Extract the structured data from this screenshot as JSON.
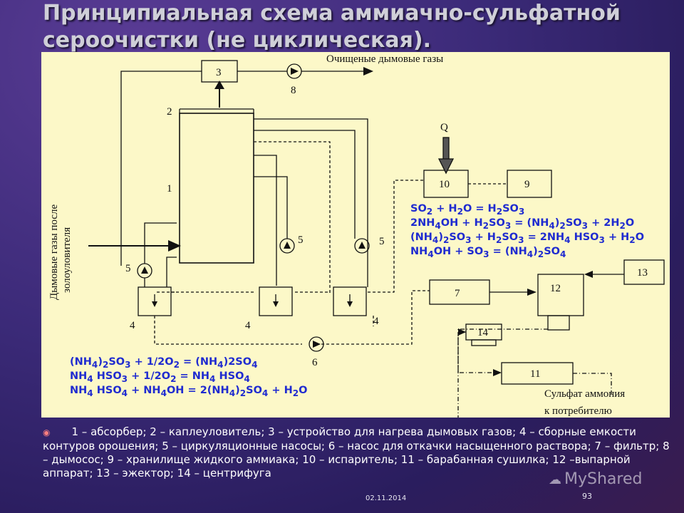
{
  "title": {
    "line1": "Принципиальная схема аммиачно-сульфатной",
    "line2": "сероочистки (не циклическая)."
  },
  "diagram": {
    "labels": {
      "clean_gas": "Очищеные дымовые газы",
      "flue_gas_line1": "Дымовые газы после",
      "flue_gas_line2": "золоуловителя",
      "q": "Q",
      "product_line1": "Сульфат аммония",
      "product_line2": "к потребителю"
    },
    "numbers": {
      "n1": "1",
      "n2": "2",
      "n3": "3",
      "n4a": "4",
      "n4b": "4",
      "n4c": "4",
      "n5a": "5",
      "n5b": "5",
      "n5c": "5",
      "n6": "6",
      "n7": "7",
      "n8": "8",
      "n9": "9",
      "n10": "10",
      "n11": "11",
      "n12": "12",
      "n13": "13",
      "n14": "14"
    },
    "equations_right": [
      {
        "html": "SO<sub>2</sub> + H<sub>2</sub>O = H<sub>2</sub>SO<sub>3</sub>"
      },
      {
        "html": "2NH<sub>4</sub>OH + H<sub>2</sub>SO<sub>3</sub> = (NH<sub>4</sub>)<sub>2</sub>SO<sub>3</sub> + 2H<sub>2</sub>O"
      },
      {
        "html": "(NH<sub>4</sub>)<sub>2</sub>SO<sub>3</sub> + H<sub>2</sub>SO<sub>3</sub> = 2NH<sub>4</sub> HSO<sub>3</sub> + H<sub>2</sub>O"
      },
      {
        "html": "NH<sub>4</sub>OH + SO<sub>3</sub> = (NH<sub>4</sub>)<sub>2</sub>SO<sub>4</sub>"
      }
    ],
    "equations_left": [
      {
        "html": "(NH<sub>4</sub>)<sub>2</sub>SO<sub>3</sub> + 1/2O<sub>2</sub> = (NH<sub>4</sub>)2SO<sub>4</sub>"
      },
      {
        "html": "NH<sub>4</sub> HSO<sub>3</sub> + 1/2O<sub>2</sub> = NH<sub>4</sub> HSO<sub>4</sub>"
      },
      {
        "html": "NH<sub>4</sub> HSO<sub>4</sub> + NH<sub>4</sub>OH = 2(NH<sub>4</sub>)<sub>2</sub>SO<sub>4</sub> + H<sub>2</sub>O"
      }
    ]
  },
  "caption": "1 – абсорбер; 2 – каплеуловитель; 3 – устройство для нагрева дымовых газов; 4 – сборные емкости контуров орошения; 5 – циркуляционные насосы; 6 – насос для откачки насыщенного раствора; 7 – фильтр; 8 – дымосос; 9 – хранилище жидкого аммиака; 10 – испаритель; 11 – барабанная сушилка; 12 –выпарной аппарат; 13 – эжектор; 14 – центрифуга",
  "footer": {
    "date": "02.11.2014",
    "page": "93"
  },
  "watermark": {
    "text": "MyShared"
  },
  "colors": {
    "background": "#3b2a78",
    "panel": "#fcf8c8",
    "equations": "#1f2bd0",
    "bullet": "#ff7f7f"
  }
}
